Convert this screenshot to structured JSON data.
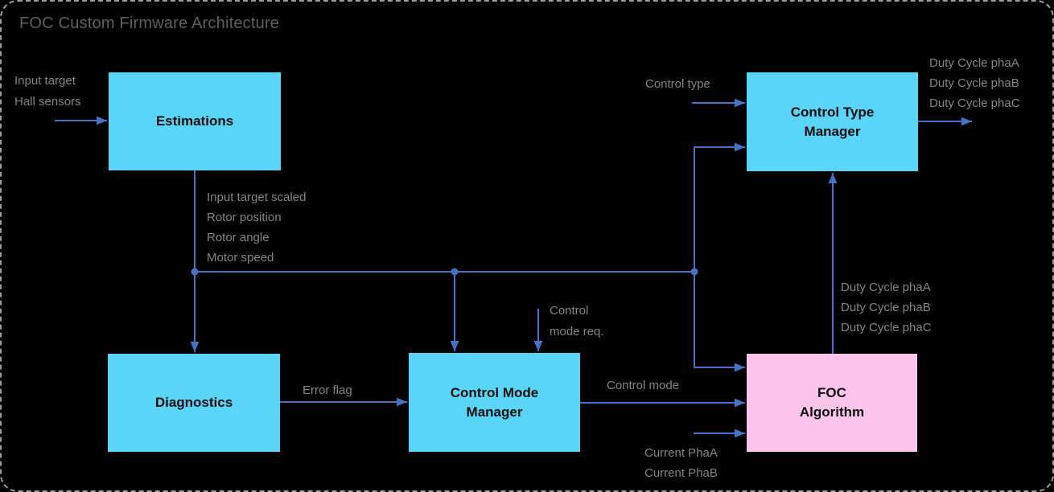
{
  "title": "FOC Custom Firmware Architecture",
  "blocks": {
    "estimations": {
      "label": "Estimations"
    },
    "diagnostics": {
      "label": "Diagnostics"
    },
    "control_mode_manager": {
      "label": "Control Mode\nManager"
    },
    "control_type_manager": {
      "label": "Control Type\nManager"
    },
    "foc_algorithm": {
      "label": "FOC\nAlgorithm"
    }
  },
  "labels": {
    "inputs_left": "Input target\nHall sensors",
    "estimation_outputs": "Input target scaled\nRotor position\nRotor angle\nMotor speed",
    "control_type": "Control type",
    "duty_cycle_outputs": "Duty Cycle phaA\nDuty Cycle phaB\nDuty Cycle phaC",
    "duty_cycle_foc": "Duty Cycle phaA\nDuty Cycle phaB\nDuty Cycle phaC",
    "control_mode_request": "Control\nmode req.",
    "control_mode": "Control mode",
    "error_flag": "Error flag",
    "currents": "Current PhaA\nCurrent PhaB"
  },
  "colors": {
    "background": "#000000",
    "border": "#9c9c9c",
    "block_cyan": "#5bd5f7",
    "block_pink": "#fdc4ec",
    "connector_blue": "#4472c4",
    "label_gray": "#858585",
    "title_gray": "#5f5f5f"
  }
}
